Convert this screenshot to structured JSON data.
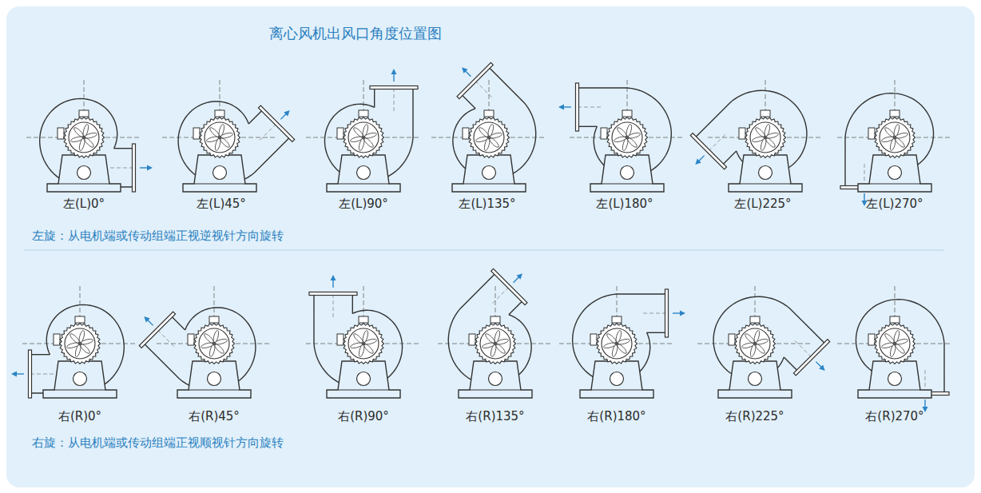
{
  "diagram": {
    "title": "离心风机出风口角度位置图",
    "labels": [
      "左(L)0°",
      "左(L)45°",
      "左(L)90°",
      "左(L)135°",
      "左(L)180°",
      "左(L)225°",
      "左(L)270°",
      "左旋：从电机端或传动组端正视逆视针方向旋转",
      "右(R)0°",
      "右(R)45°",
      "右(R)90°",
      "右(R)135°",
      "右(R)180°",
      "右(R)225°",
      "右(R)270°",
      "右旋：从电机端或传动组端正视顺视针方向旋转"
    ]
  }
}
